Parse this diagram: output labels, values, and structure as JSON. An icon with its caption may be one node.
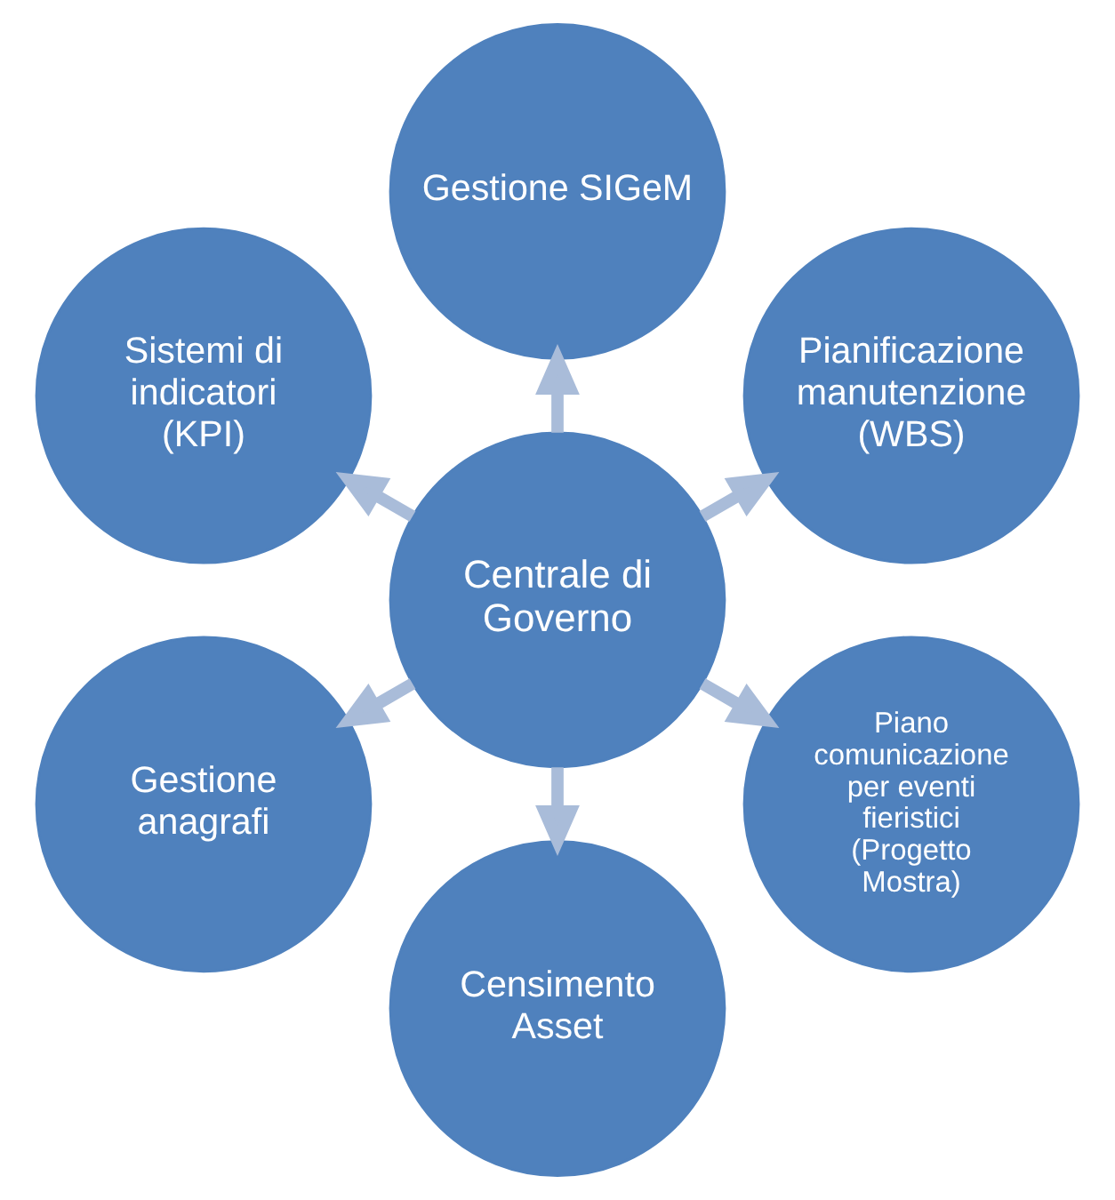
{
  "diagram": {
    "nodes": [
      {
        "text": [
          "Centrale di Governo"
        ]
      },
      {
        "text": [
          "Gestione SIGeM"
        ]
      },
      {
        "text": [
          "Pianificazione manutenzione (WBS)"
        ]
      },
      {
        "text": [
          "Piano comunicazione per eventi fieristici (Progetto Mostra)"
        ]
      },
      {
        "text": [
          "Censimento Asset"
        ]
      },
      {
        "text": [
          "Gestione anagrafi"
        ]
      },
      {
        "text": [
          "Sistemi di indicatori (KPI)"
        ]
      }
    ],
    "edges": [
      {
        "from": 0,
        "to": 1,
        "arrow": "to"
      },
      {
        "from": 0,
        "to": 2,
        "arrow": "to"
      },
      {
        "from": 0,
        "to": 3,
        "arrow": "to"
      },
      {
        "from": 0,
        "to": 4,
        "arrow": "to"
      },
      {
        "from": 0,
        "to": 5,
        "arrow": "to"
      },
      {
        "from": 0,
        "to": 6,
        "arrow": "to"
      }
    ]
  }
}
